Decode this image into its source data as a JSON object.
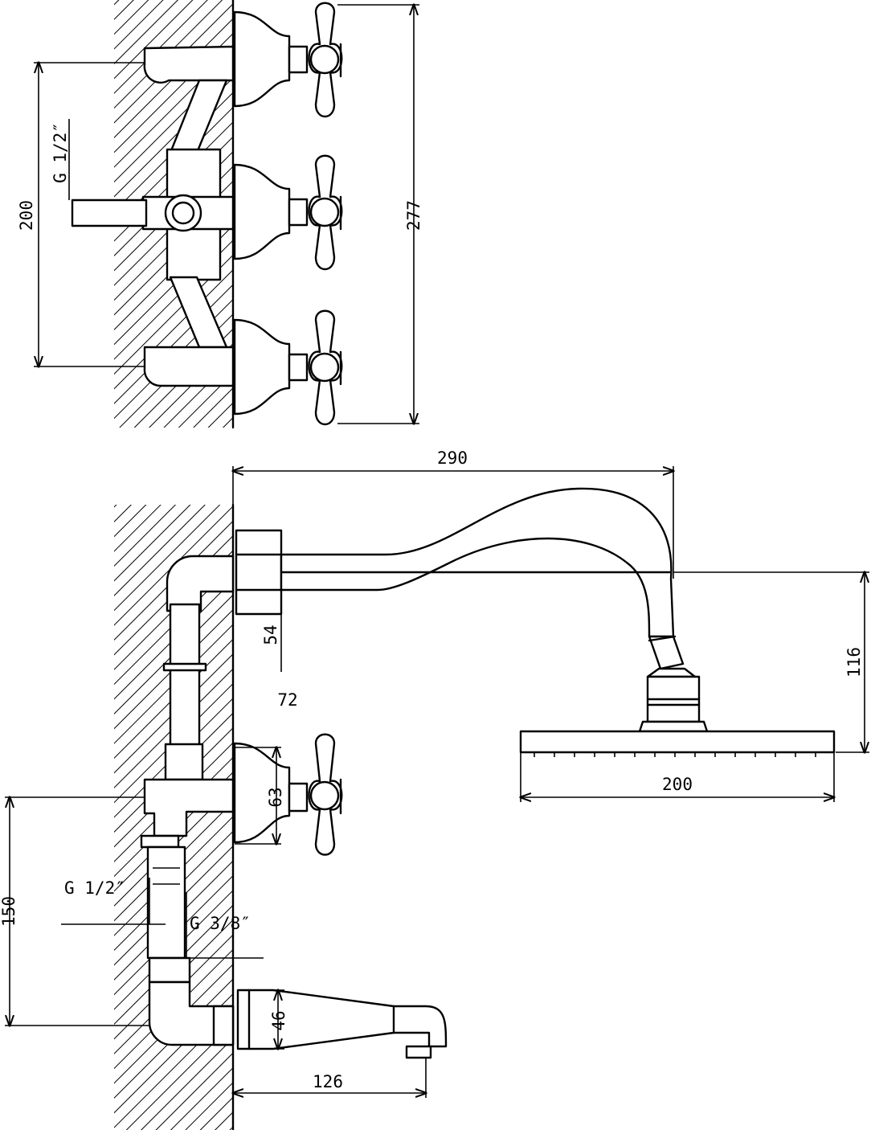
{
  "top_view": {
    "dim_height_left": "200",
    "dim_height_right": "277",
    "thread_label": "G 1/2″"
  },
  "side_view": {
    "dim_arm_length": "290",
    "dim_head_drop": "116",
    "dim_head_width": "200",
    "dim_flange_a": "54",
    "dim_flange_b": "72",
    "dim_handle": "63",
    "dim_inlet_height": "150",
    "thread_inlet": "G 1/2″",
    "thread_outlet": "G 3/8″",
    "dim_spout_height": "46",
    "dim_spout_length": "126"
  },
  "colors": {
    "line": "#000000",
    "background": "#ffffff"
  }
}
